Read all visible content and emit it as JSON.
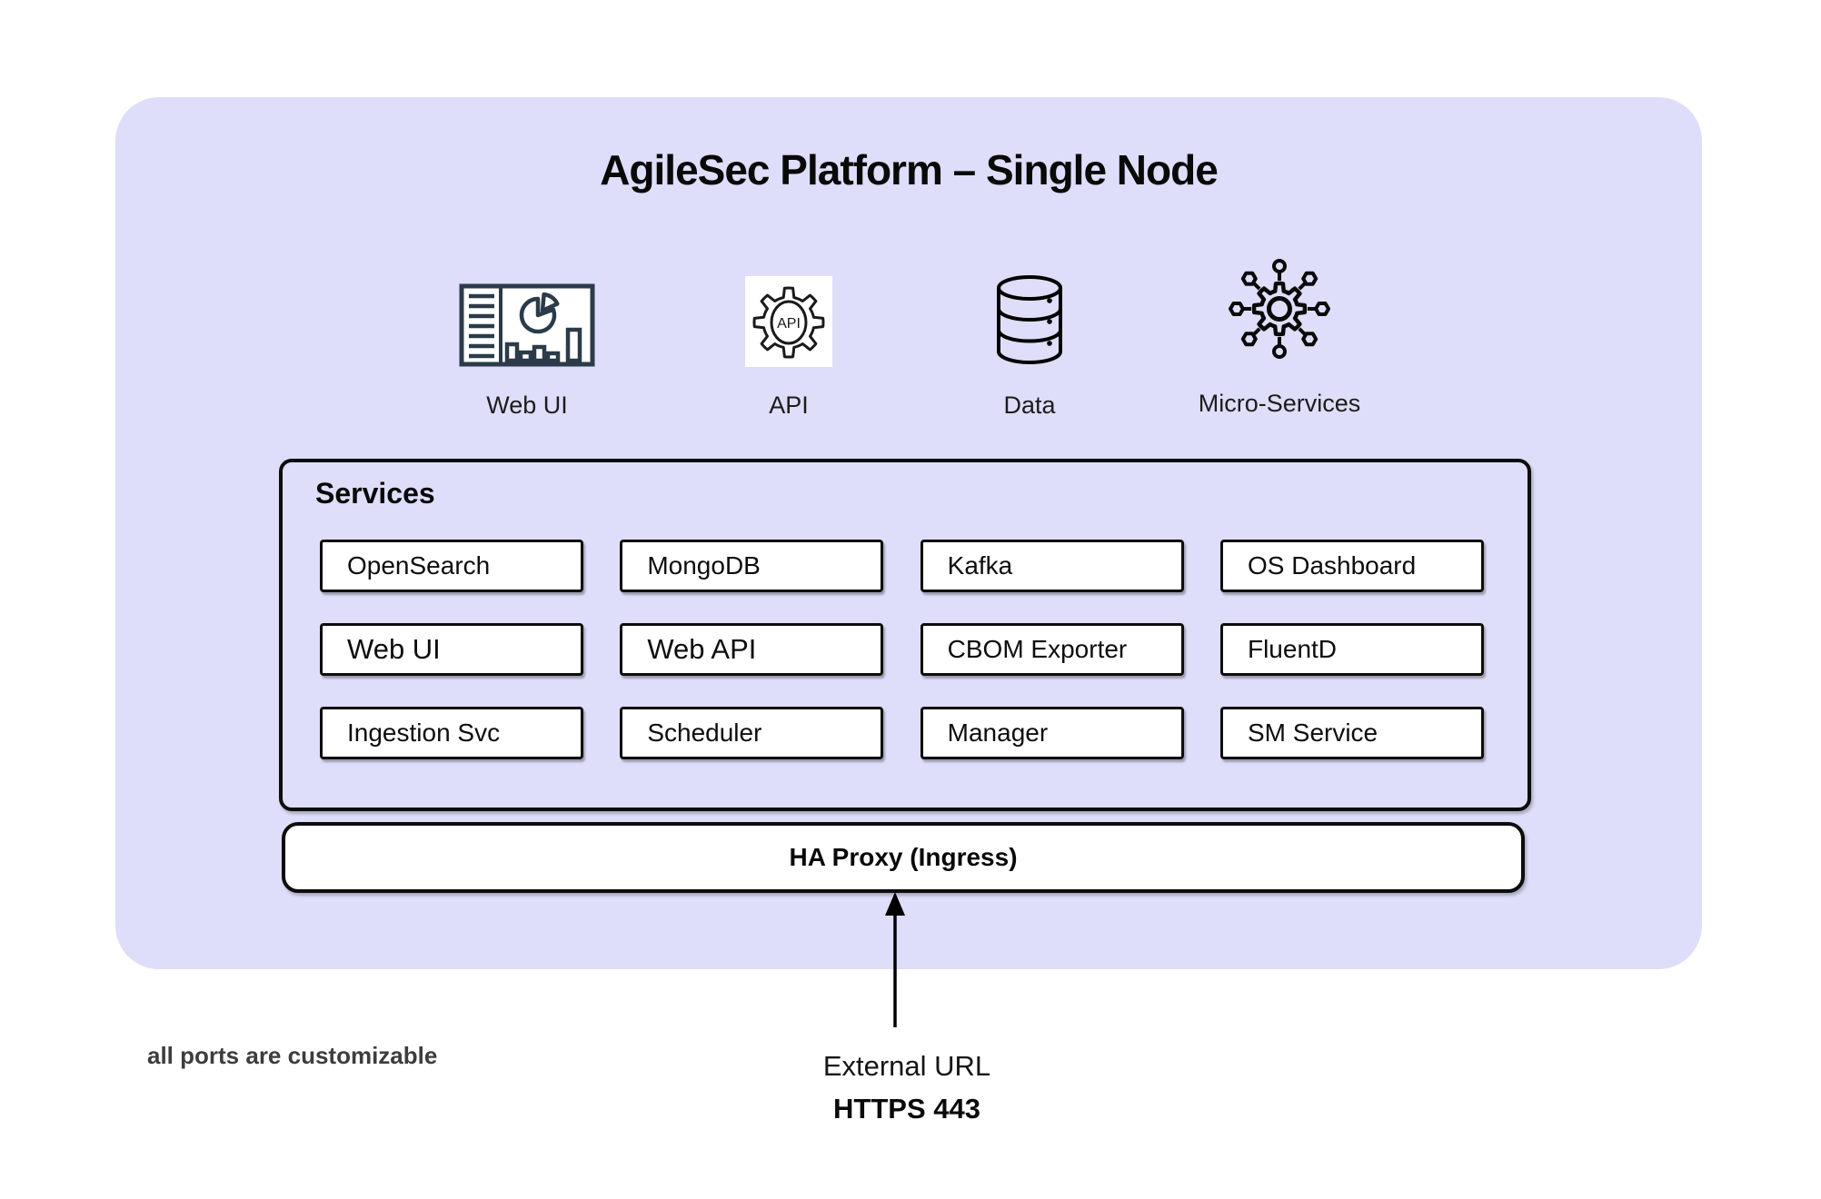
{
  "title": "AgileSec Platform – Single Node",
  "capabilities": [
    {
      "label": "Web UI",
      "icon": "dashboard-icon"
    },
    {
      "label": "API",
      "icon": "api-gear-icon"
    },
    {
      "label": "Data",
      "icon": "database-icon"
    },
    {
      "label": "Micro-Services",
      "icon": "microservices-icon"
    }
  ],
  "services": {
    "heading": "Services",
    "items": [
      "OpenSearch",
      "MongoDB",
      "Kafka",
      "OS Dashboard",
      "Web UI",
      "Web API",
      "CBOM Exporter",
      "FluentD",
      "Ingestion Svc",
      "Scheduler",
      "Manager",
      "SM Service"
    ]
  },
  "ingress": {
    "label": "HA Proxy (Ingress)"
  },
  "external": {
    "title": "External URL",
    "port": "HTTPS 443"
  },
  "note": "all ports are customizable",
  "api_icon_text": "API",
  "colors": {
    "panel_bg": "#dedefa",
    "outline": "#0d0d0d",
    "box_bg": "#ffffff",
    "dashboard_icon_stroke": "#2b3b4a",
    "icon_stroke": "#111111",
    "note_text": "#3d3d3d"
  }
}
